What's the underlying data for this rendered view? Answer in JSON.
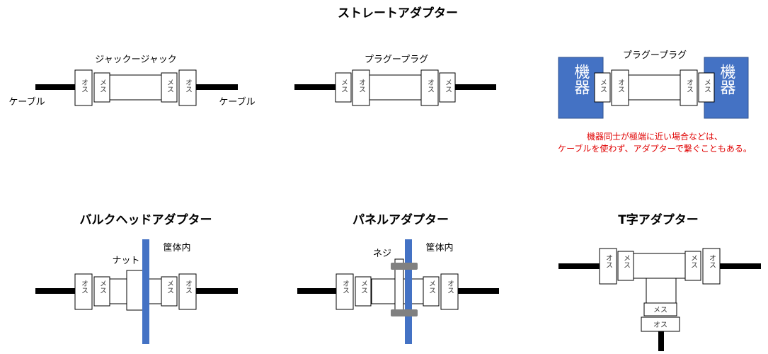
{
  "titles": {
    "straight": "ストレートアダプター",
    "bulkhead": "バルクヘッドアダプター",
    "panel": "パネルアダプター",
    "tee": "T字アダプター"
  },
  "labels": {
    "jack_jack": "ジャックージャック",
    "plug_plug_1": "プラグープラグ",
    "plug_plug_2": "プラグープラグ",
    "cable_left": "ケーブル",
    "cable_right": "ケーブル",
    "device": "機器",
    "nut": "ナット",
    "screw": "ネジ",
    "enclosure_1": "筐体内",
    "enclosure_2": "筐体内"
  },
  "connectors": {
    "male": "オス",
    "female": "メス"
  },
  "note": {
    "line1": "機器同士が極端に近い場合などは、",
    "line2": "ケーブルを使わず、アダプターで繋ぐこともある。"
  },
  "colors": {
    "device_blue": "#4472c4",
    "panel_blue": "#4472c4",
    "note_red": "#e00000",
    "screw_gray": "#808080"
  }
}
